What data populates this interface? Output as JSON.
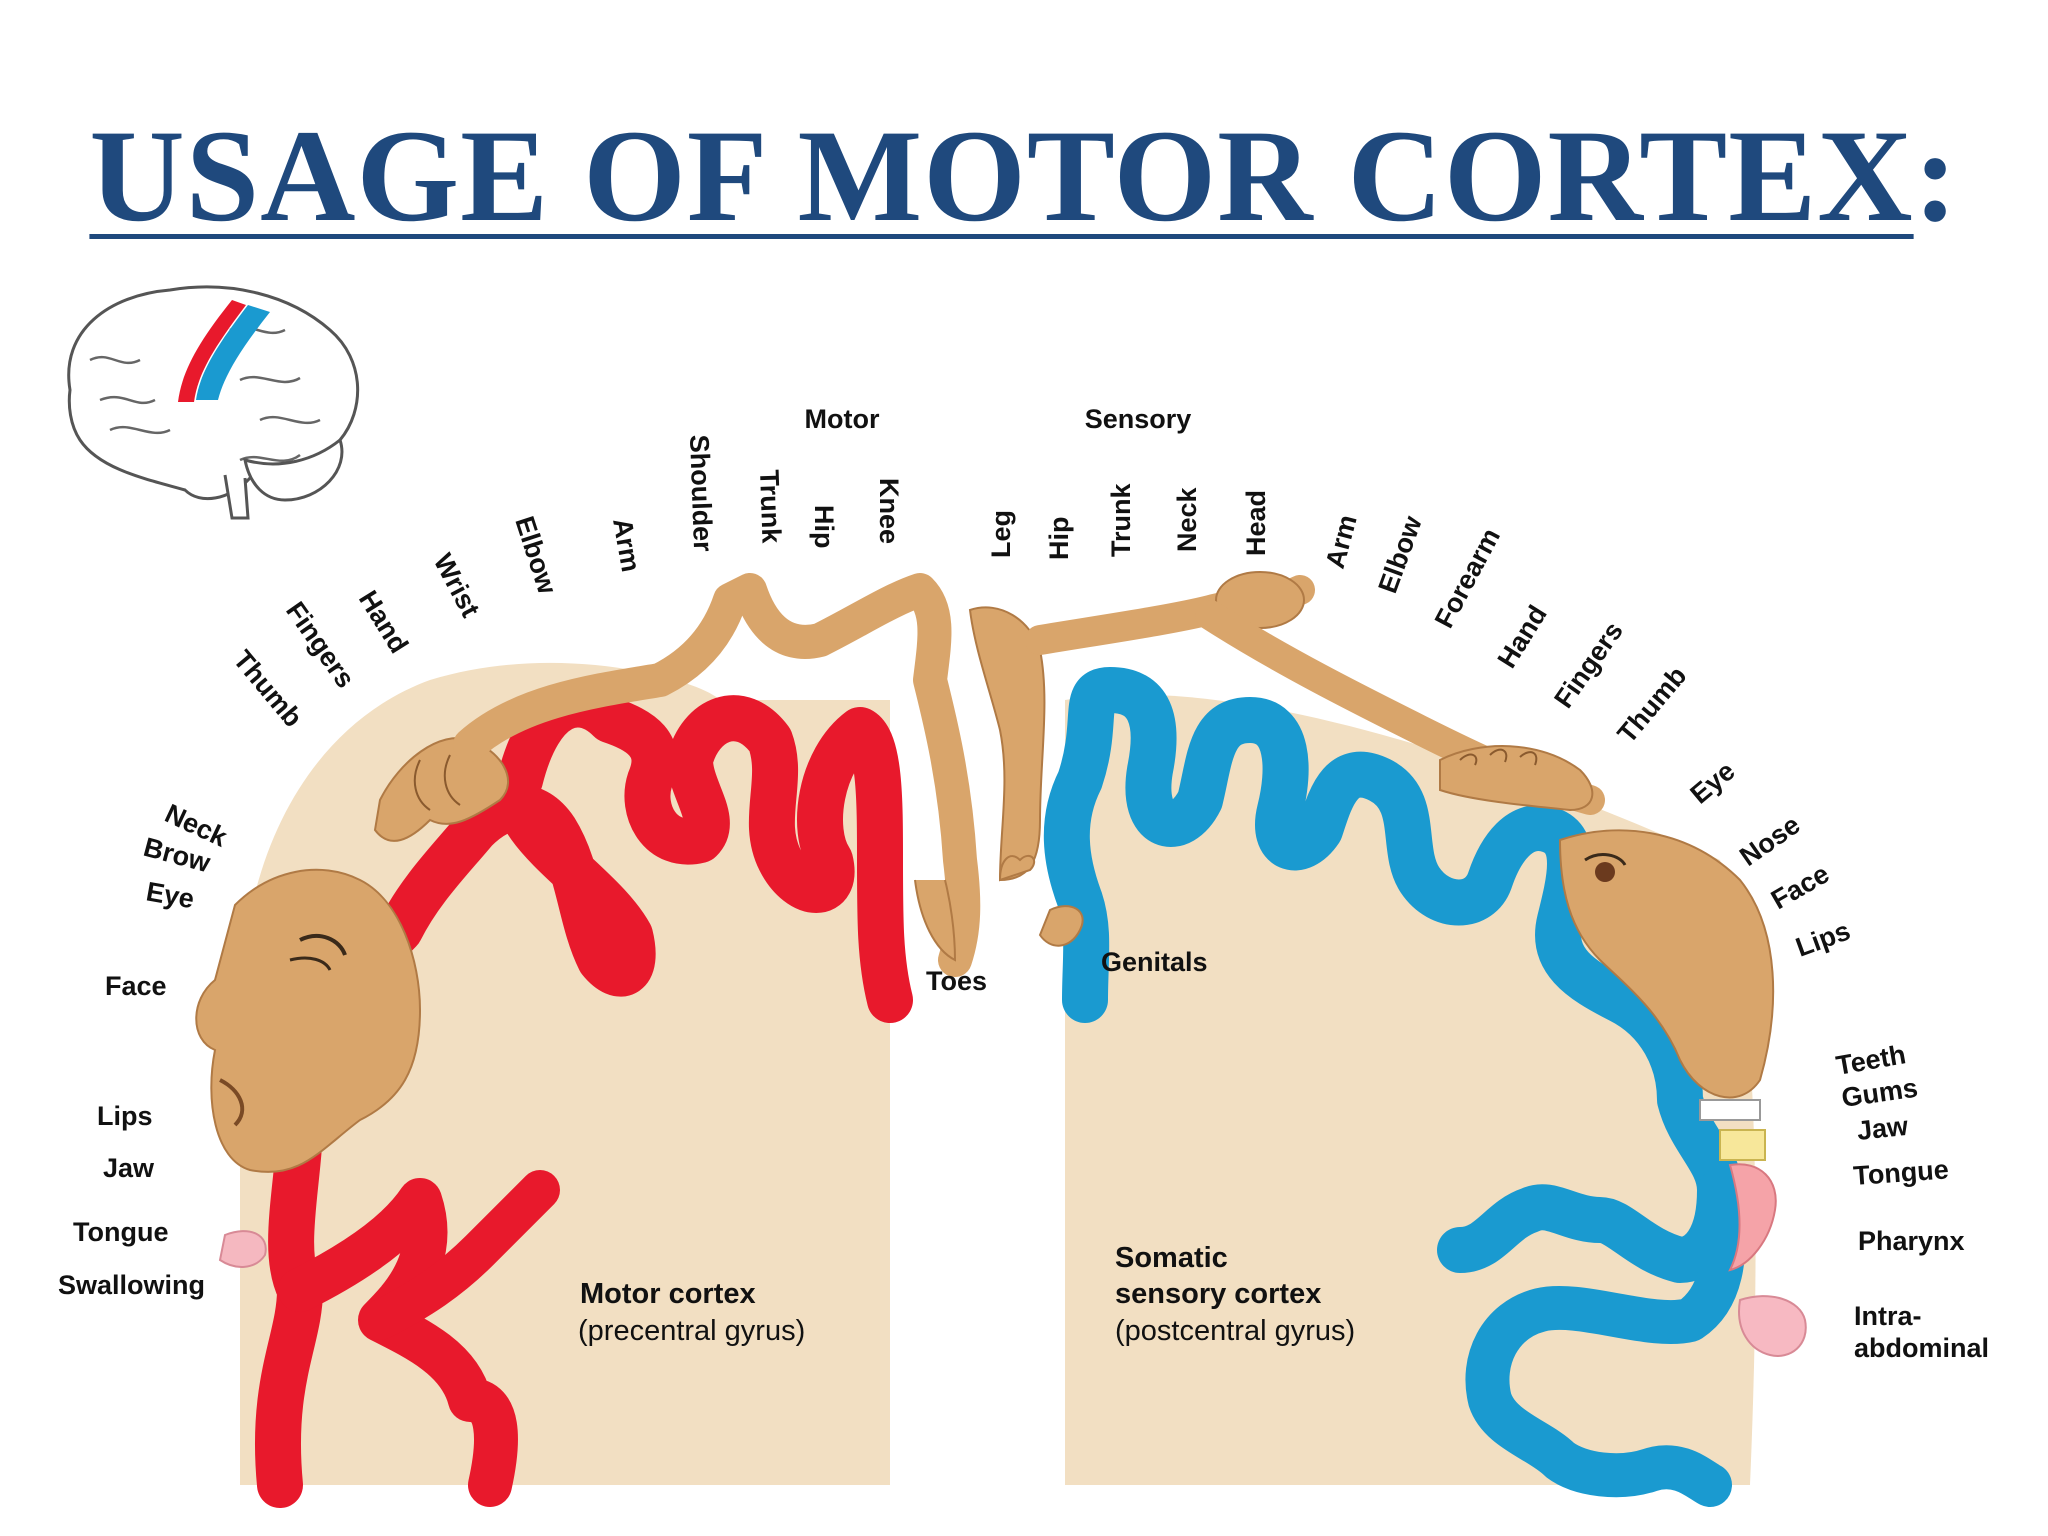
{
  "slide": {
    "title_main": "USAGE OF MOTOR CORTEX",
    "title_suffix": ":"
  },
  "colors": {
    "title": "#1f497d",
    "motor": "#e8192c",
    "sensory": "#1a9ad0",
    "cortex_fill": "#f2dfc2",
    "body_skin": "#d9a56b"
  },
  "diagram": {
    "motor_heading": "Motor",
    "sensory_heading": "Sensory",
    "motor_caption_title": "Motor cortex",
    "motor_caption_sub": "(precentral gyrus)",
    "sensory_caption_line1": "Somatic",
    "sensory_caption_line2": "sensory cortex",
    "sensory_caption_sub": "(postcentral gyrus)",
    "motor_labels": {
      "neck": "Neck",
      "brow": "Brow",
      "eye": "Eye",
      "face": "Face",
      "lips": "Lips",
      "jaw": "Jaw",
      "tongue": "Tongue",
      "swallowing": "Swallowing",
      "thumb": "Thumb",
      "fingers": "Fingers",
      "hand": "Hand",
      "wrist": "Wrist",
      "elbow": "Elbow",
      "arm": "Arm",
      "shoulder": "Shoulder",
      "trunk": "Trunk",
      "hip": "Hip",
      "knee": "Knee",
      "toes": "Toes"
    },
    "sensory_labels": {
      "leg": "Leg",
      "hip": "Hip",
      "trunk": "Trunk",
      "neck": "Neck",
      "head": "Head",
      "arm": "Arm",
      "elbow": "Elbow",
      "forearm": "Forearm",
      "hand": "Hand",
      "fingers": "Fingers",
      "thumb": "Thumb",
      "eye": "Eye",
      "nose": "Nose",
      "face": "Face",
      "lips": "Lips",
      "genitals": "Genitals",
      "teeth": "Teeth",
      "gums": "Gums",
      "jaw": "Jaw",
      "tongue": "Tongue",
      "pharynx": "Pharynx",
      "intra1": "Intra-",
      "intra2": "abdominal"
    }
  }
}
